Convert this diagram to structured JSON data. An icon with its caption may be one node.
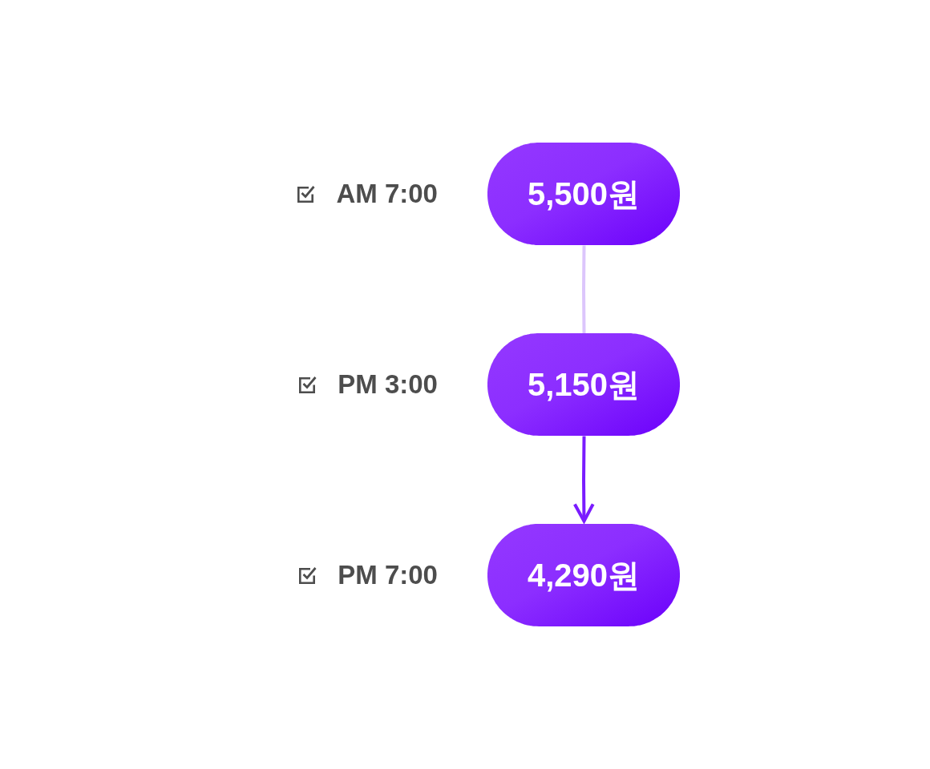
{
  "diagram": {
    "nodes": [
      {
        "text": [
          "5,500원"
        ],
        "beside": [
          "AM 7:00"
        ]
      },
      {
        "text": [
          "5,150원"
        ],
        "beside": [
          "PM 3:00"
        ]
      },
      {
        "text": [
          "4,290원"
        ],
        "beside": [
          "PM 7:00"
        ]
      }
    ],
    "edges": [
      {
        "from": 0,
        "to": 1,
        "arrow": "none",
        "color": "#dcc6fc"
      },
      {
        "from": 1,
        "to": 2,
        "arrow": "to",
        "color": "#7a1cff"
      }
    ]
  }
}
